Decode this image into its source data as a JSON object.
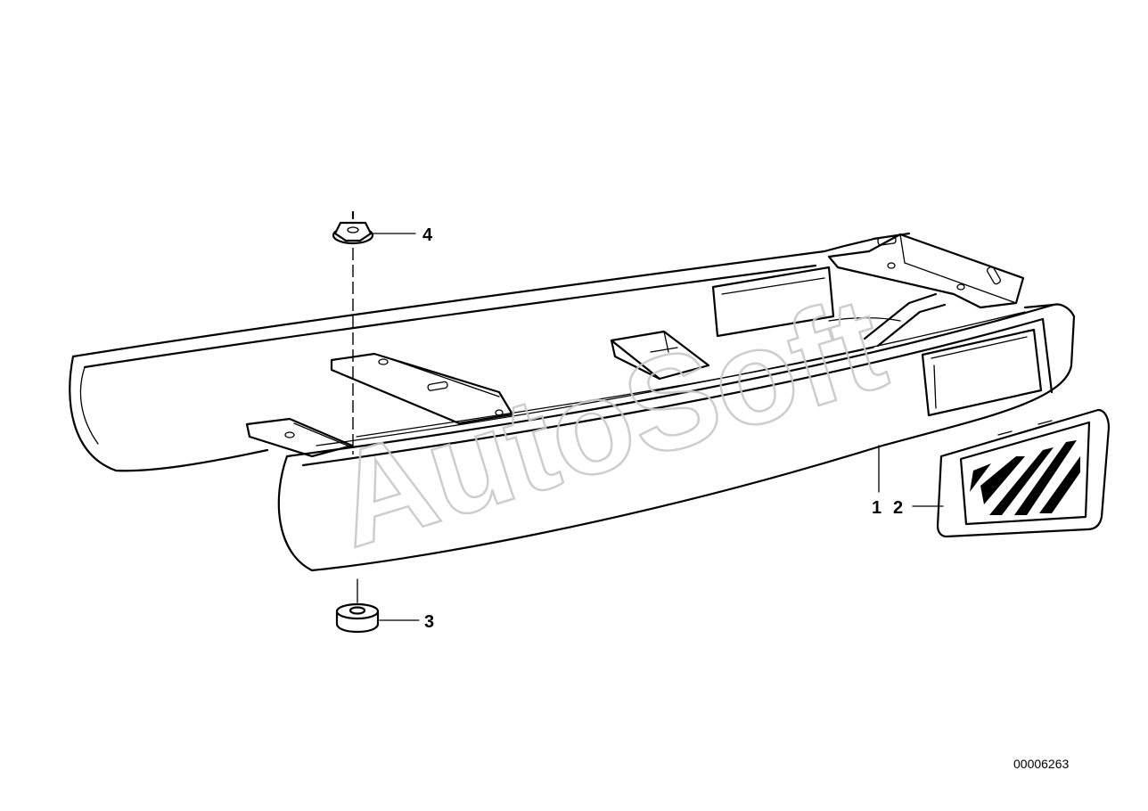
{
  "diagram": {
    "watermark": "AutoSoft",
    "diagram_number": "00006263",
    "callouts": [
      {
        "id": "callout-1",
        "label": "1"
      },
      {
        "id": "callout-2",
        "label": "2"
      },
      {
        "id": "callout-3",
        "label": "3"
      },
      {
        "id": "callout-4",
        "label": "4"
      }
    ]
  }
}
